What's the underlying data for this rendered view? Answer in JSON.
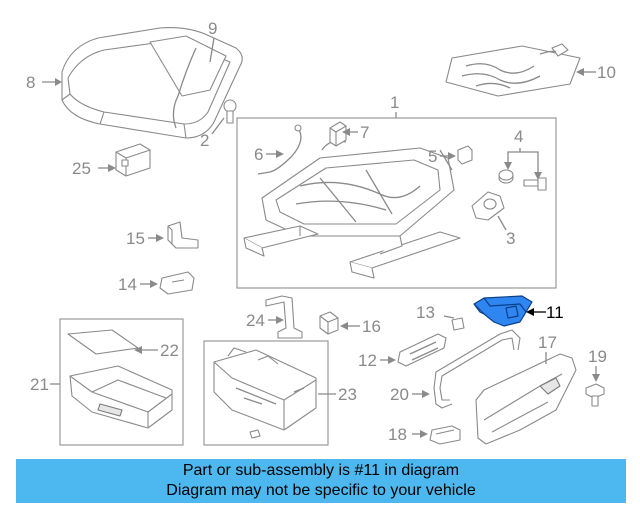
{
  "callouts": {
    "c1": "1",
    "c2": "2",
    "c3": "3",
    "c4": "4",
    "c5": "5",
    "c6": "6",
    "c7": "7",
    "c8": "8",
    "c9": "9",
    "c10": "10",
    "c11": "11",
    "c12": "12",
    "c13": "13",
    "c14": "14",
    "c15": "15",
    "c16": "16",
    "c17": "17",
    "c18": "18",
    "c19": "19",
    "c20": "20",
    "c21": "21",
    "c22": "22",
    "c23": "23",
    "c24": "24",
    "c25": "25"
  },
  "highlight": {
    "part": "11",
    "color": "#2f86f0"
  },
  "banner": {
    "line1": "Part or sub-assembly is #11 in diagram",
    "line2": "Diagram may not be specific to your vehicle",
    "background": "#4db8f0"
  }
}
